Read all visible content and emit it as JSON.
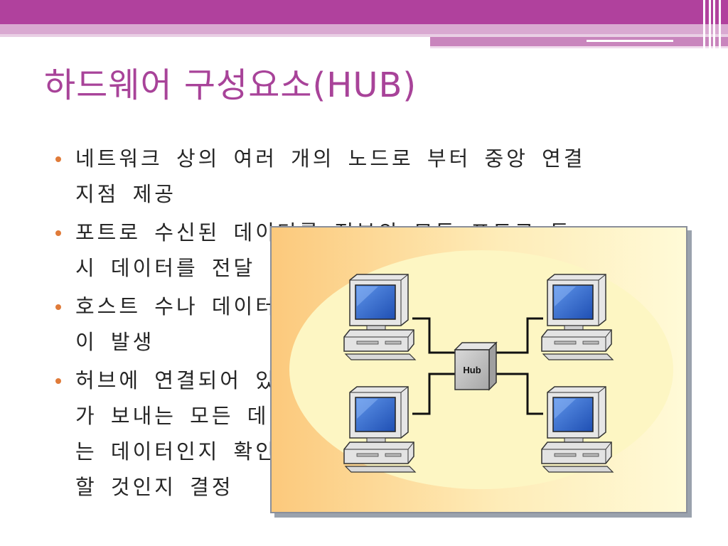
{
  "slide": {
    "title": "하드웨어 구성요소(HUB)",
    "bullets": [
      {
        "line1": "네트워크 상의 여러 개의 노드로 부터 중앙 연결",
        "line2": "지점 제공"
      },
      {
        "line1": "포트로 수신된 데이터를 전부의 모든 포트로 동",
        "line2": "시 데이터를 전달"
      },
      {
        "line1": "호스트 수나 데이터 양이 증가하면 충돌",
        "line2": "이 발생"
      },
      {
        "line1": "허브에 연결되어 있는 모든 컴퓨터는 다른 컴퓨터",
        "line2": "가 보내는 모든 데이터를 받게 되고, 자신에게 오",
        "line3": "는 데이터인지 확인 후 받아들일 것인지 무시",
        "line4": "할 것인지 결정"
      }
    ],
    "diagram": {
      "hub_label": "Hub",
      "colors": {
        "background_left": "#fcc97c",
        "background_right": "#fffad7",
        "ellipse": "#fdf6c3",
        "hub_box": "#bfbfbf",
        "screen": "#3a74d6"
      }
    }
  }
}
